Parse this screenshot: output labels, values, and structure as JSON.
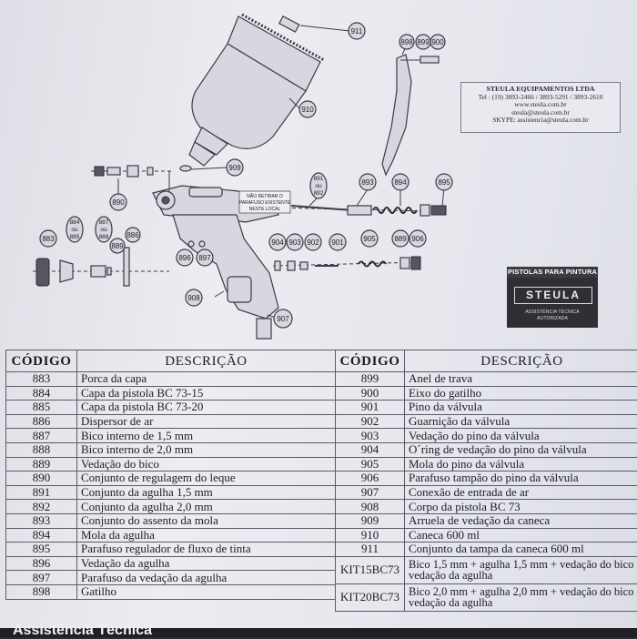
{
  "company": {
    "name": "STEULA EQUIPAMENTOS LTDA",
    "phone": "Tel : (19) 3893-2466 / 3893-5291 / 3893-2610",
    "website": "www.steula.com.br",
    "email": "steula@steula.com.br",
    "skype": "SKYPE: assistencia@steula.com.br"
  },
  "badge": {
    "title": "PISTOLAS PARA PINTURA",
    "logo": "STEULA",
    "subtitle_line1": "ASSISTÊNCIA TÉCNICA",
    "subtitle_line2": "AUTORIZADA"
  },
  "diagram": {
    "warning_line1": "NÃO RETIRAR O",
    "warning_line2": "PARAFUSO EXISTENTE",
    "warning_line3": "NESTE LOCAL",
    "callouts": {
      "c911": "911",
      "c910": "910",
      "c909": "909",
      "c890": "890",
      "c898": "898",
      "c899": "899",
      "c900": "900",
      "c891": "891",
      "c891_or": "ou",
      "c892": "892",
      "c893": "893",
      "c894": "894",
      "c895": "895",
      "c884": "884",
      "c884_or": "ou",
      "c885": "885",
      "c887": "887",
      "c887_or": "ou",
      "c888": "888",
      "c883": "883",
      "c889a": "889",
      "c886": "886",
      "c896": "896",
      "c897": "897",
      "c908": "908",
      "c907": "907",
      "c904": "904",
      "c903": "903",
      "c902": "902",
      "c901": "901",
      "c905": "905",
      "c889b": "889",
      "c906": "906"
    }
  },
  "table": {
    "code_header": "CÓDIGO",
    "desc_header": "DESCRIÇÃO",
    "left_rows": [
      {
        "code": "883",
        "desc": "Porca da capa"
      },
      {
        "code": "884",
        "desc": "Capa da pistola BC 73-15"
      },
      {
        "code": "885",
        "desc": "Capa da pistola BC 73-20"
      },
      {
        "code": "886",
        "desc": "Dispersor de ar"
      },
      {
        "code": "887",
        "desc": "Bico interno de 1,5 mm"
      },
      {
        "code": "888",
        "desc": "Bico interno de 2,0 mm"
      },
      {
        "code": "889",
        "desc": "Vedação do bico"
      },
      {
        "code": "890",
        "desc": "Conjunto de regulagem do leque"
      },
      {
        "code": "891",
        "desc": "Conjunto da agulha 1,5 mm"
      },
      {
        "code": "892",
        "desc": "Conjunto da agulha 2,0 mm"
      },
      {
        "code": "893",
        "desc": "Conjunto do assento da mola"
      },
      {
        "code": "894",
        "desc": "Mola da agulha"
      },
      {
        "code": "895",
        "desc": "Parafuso regulador de fluxo de tinta"
      },
      {
        "code": "896",
        "desc": "Vedação da agulha"
      },
      {
        "code": "897",
        "desc": "Parafuso da vedação da agulha"
      },
      {
        "code": "898",
        "desc": "Gatilho"
      }
    ],
    "right_rows": [
      {
        "code": "899",
        "desc": "Anel de trava"
      },
      {
        "code": "900",
        "desc": "Eixo do gatilho"
      },
      {
        "code": "901",
        "desc": "Pino da válvula"
      },
      {
        "code": "902",
        "desc": "Guarnição da válvula"
      },
      {
        "code": "903",
        "desc": "Vedação do pino da válvula"
      },
      {
        "code": "904",
        "desc": "O´ring de vedação do pino da válvula"
      },
      {
        "code": "905",
        "desc": "Mola do pino da válvula"
      },
      {
        "code": "906",
        "desc": "Parafuso tampão do pino da válvula"
      },
      {
        "code": "907",
        "desc": "Conexão de entrada de ar"
      },
      {
        "code": "908",
        "desc": "Corpo da pistola BC 73"
      },
      {
        "code": "909",
        "desc": "Arruela de vedação da caneca"
      },
      {
        "code": "910",
        "desc": "Caneca 600 ml"
      },
      {
        "code": "911",
        "desc": "Conjunto da tampa da caneca 600 ml"
      }
    ],
    "kit_rows": [
      {
        "code": "KIT15BC73",
        "desc": "Bico 1,5 mm + agulha 1,5 mm + vedação do bico vedação da agulha"
      },
      {
        "code": "KIT20BC73",
        "desc": "Bico 2,0 mm + agulha 2,0 mm + vedação do bico vedação da agulha"
      }
    ]
  },
  "footer": {
    "label": "Assistência Técnica"
  }
}
